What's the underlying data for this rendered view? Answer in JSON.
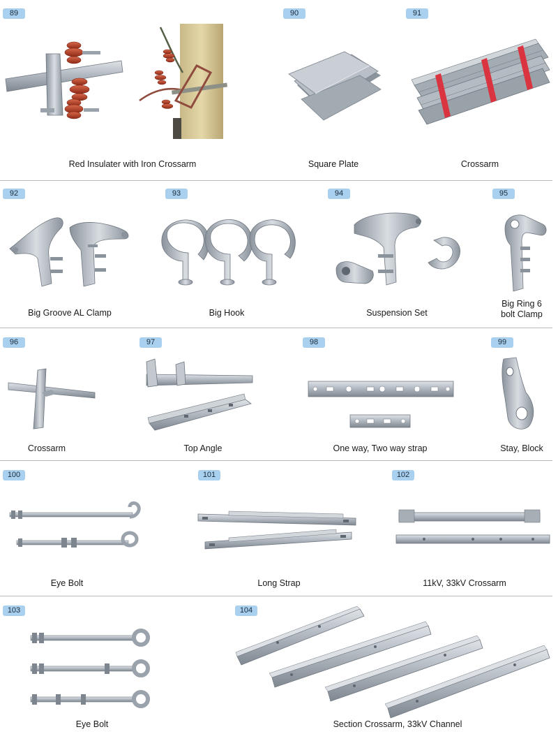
{
  "products": [
    {
      "number": "89",
      "caption": "Red Insulater with Iron Crossarm"
    },
    {
      "number": "90",
      "caption": "Square Plate"
    },
    {
      "number": "91",
      "caption": "Crossarm"
    },
    {
      "number": "92",
      "caption": "Big Groove AL Clamp"
    },
    {
      "number": "93",
      "caption": "Big Hook"
    },
    {
      "number": "94",
      "caption": "Suspension Set"
    },
    {
      "number": "95",
      "caption_line1": "Big Ring 6",
      "caption_line2": "bolt Clamp"
    },
    {
      "number": "96",
      "caption": "Crossarm"
    },
    {
      "number": "97",
      "caption": "Top Angle"
    },
    {
      "number": "98",
      "caption": "One way, Two way strap"
    },
    {
      "number": "99",
      "caption": "Stay, Block"
    },
    {
      "number": "100",
      "caption": "Eye Bolt"
    },
    {
      "number": "101",
      "caption": "Long Strap"
    },
    {
      "number": "102",
      "caption": "11kV, 33kV Crossarm"
    },
    {
      "number": "103",
      "caption": "Eye Bolt"
    },
    {
      "number": "104",
      "caption": "Section Crossarm, 33kV Channel"
    }
  ],
  "colors": {
    "badge": "#a9d0ee",
    "metal": "#b3bac2",
    "metal_dark": "#7d858e",
    "insulator": "#b5452a",
    "strap": "#d9343f",
    "divider": "#b9b9b9"
  }
}
